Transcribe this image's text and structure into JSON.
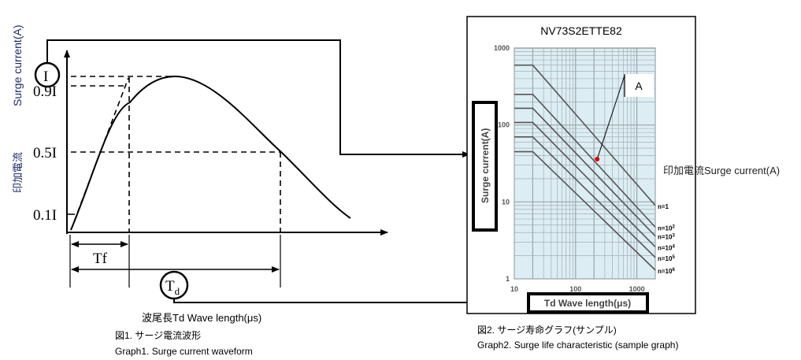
{
  "waveform": {
    "y_axis_label_jp": "印加電流",
    "y_axis_label_en": "Surge current(A)",
    "peak_symbol": "I",
    "levels": [
      "0.9I",
      "0.5I",
      "0.1I"
    ],
    "tf_label": "Tf",
    "td_label_main": "T",
    "td_label_sub": "d",
    "x_axis_label": "波尾長Td Wave length(μs)",
    "caption_jp": "図1. サージ電流波形",
    "caption_en": "Graph1. Surge current waveform"
  },
  "life_chart": {
    "title": "NV73S2ETTE82",
    "y_box_label": "Surge current(A)",
    "x_box_label": "Td Wave length(μs)",
    "right_label": "印加電流Surge current(A)",
    "point_label": "A",
    "caption_jp": "図2. サージ寿命グラフ(サンプル)",
    "caption_en": "Graph2. Surge life characteristic (sample   graph)",
    "colors": {
      "plot_bg": "#dcedf3",
      "grid": "#9aa6ab",
      "line": "#555555",
      "point": "#e00000"
    }
  },
  "chart_data": {
    "type": "line",
    "title": "NV73S2ETTE82",
    "xlabel": "Td Wave length(μs)",
    "ylabel": "Surge current(A)",
    "xscale": "log",
    "yscale": "log",
    "xlim": [
      10,
      2000
    ],
    "ylim": [
      1,
      1000
    ],
    "xticks": [
      "10",
      "100",
      "1000"
    ],
    "yticks": [
      "1000",
      "100",
      "10",
      "1"
    ],
    "series": [
      {
        "name": "n=1",
        "label_main": "n=1",
        "label_sup": "",
        "x": [
          10,
          20,
          2000
        ],
        "y": [
          600,
          600,
          9
        ]
      },
      {
        "name": "n=10^2",
        "label_main": "n=10",
        "label_sup": "2",
        "x": [
          10,
          20,
          2000
        ],
        "y": [
          250,
          250,
          4.7
        ]
      },
      {
        "name": "n=10^3",
        "label_main": "n=10",
        "label_sup": "3",
        "x": [
          10,
          20,
          2000
        ],
        "y": [
          165,
          165,
          3.6
        ]
      },
      {
        "name": "n=10^4",
        "label_main": "n=10",
        "label_sup": "4",
        "x": [
          10,
          20,
          2000
        ],
        "y": [
          108,
          108,
          2.6
        ]
      },
      {
        "name": "n=10^5",
        "label_main": "n=10",
        "label_sup": "5",
        "x": [
          10,
          20,
          2000
        ],
        "y": [
          70,
          70,
          1.9
        ]
      },
      {
        "name": "n=10^6",
        "label_main": "n=10",
        "label_sup": "6",
        "x": [
          10,
          20,
          2000
        ],
        "y": [
          45,
          45,
          1.3
        ]
      }
    ],
    "annotations": [
      {
        "label": "A",
        "x": 225,
        "y": 36
      }
    ]
  }
}
